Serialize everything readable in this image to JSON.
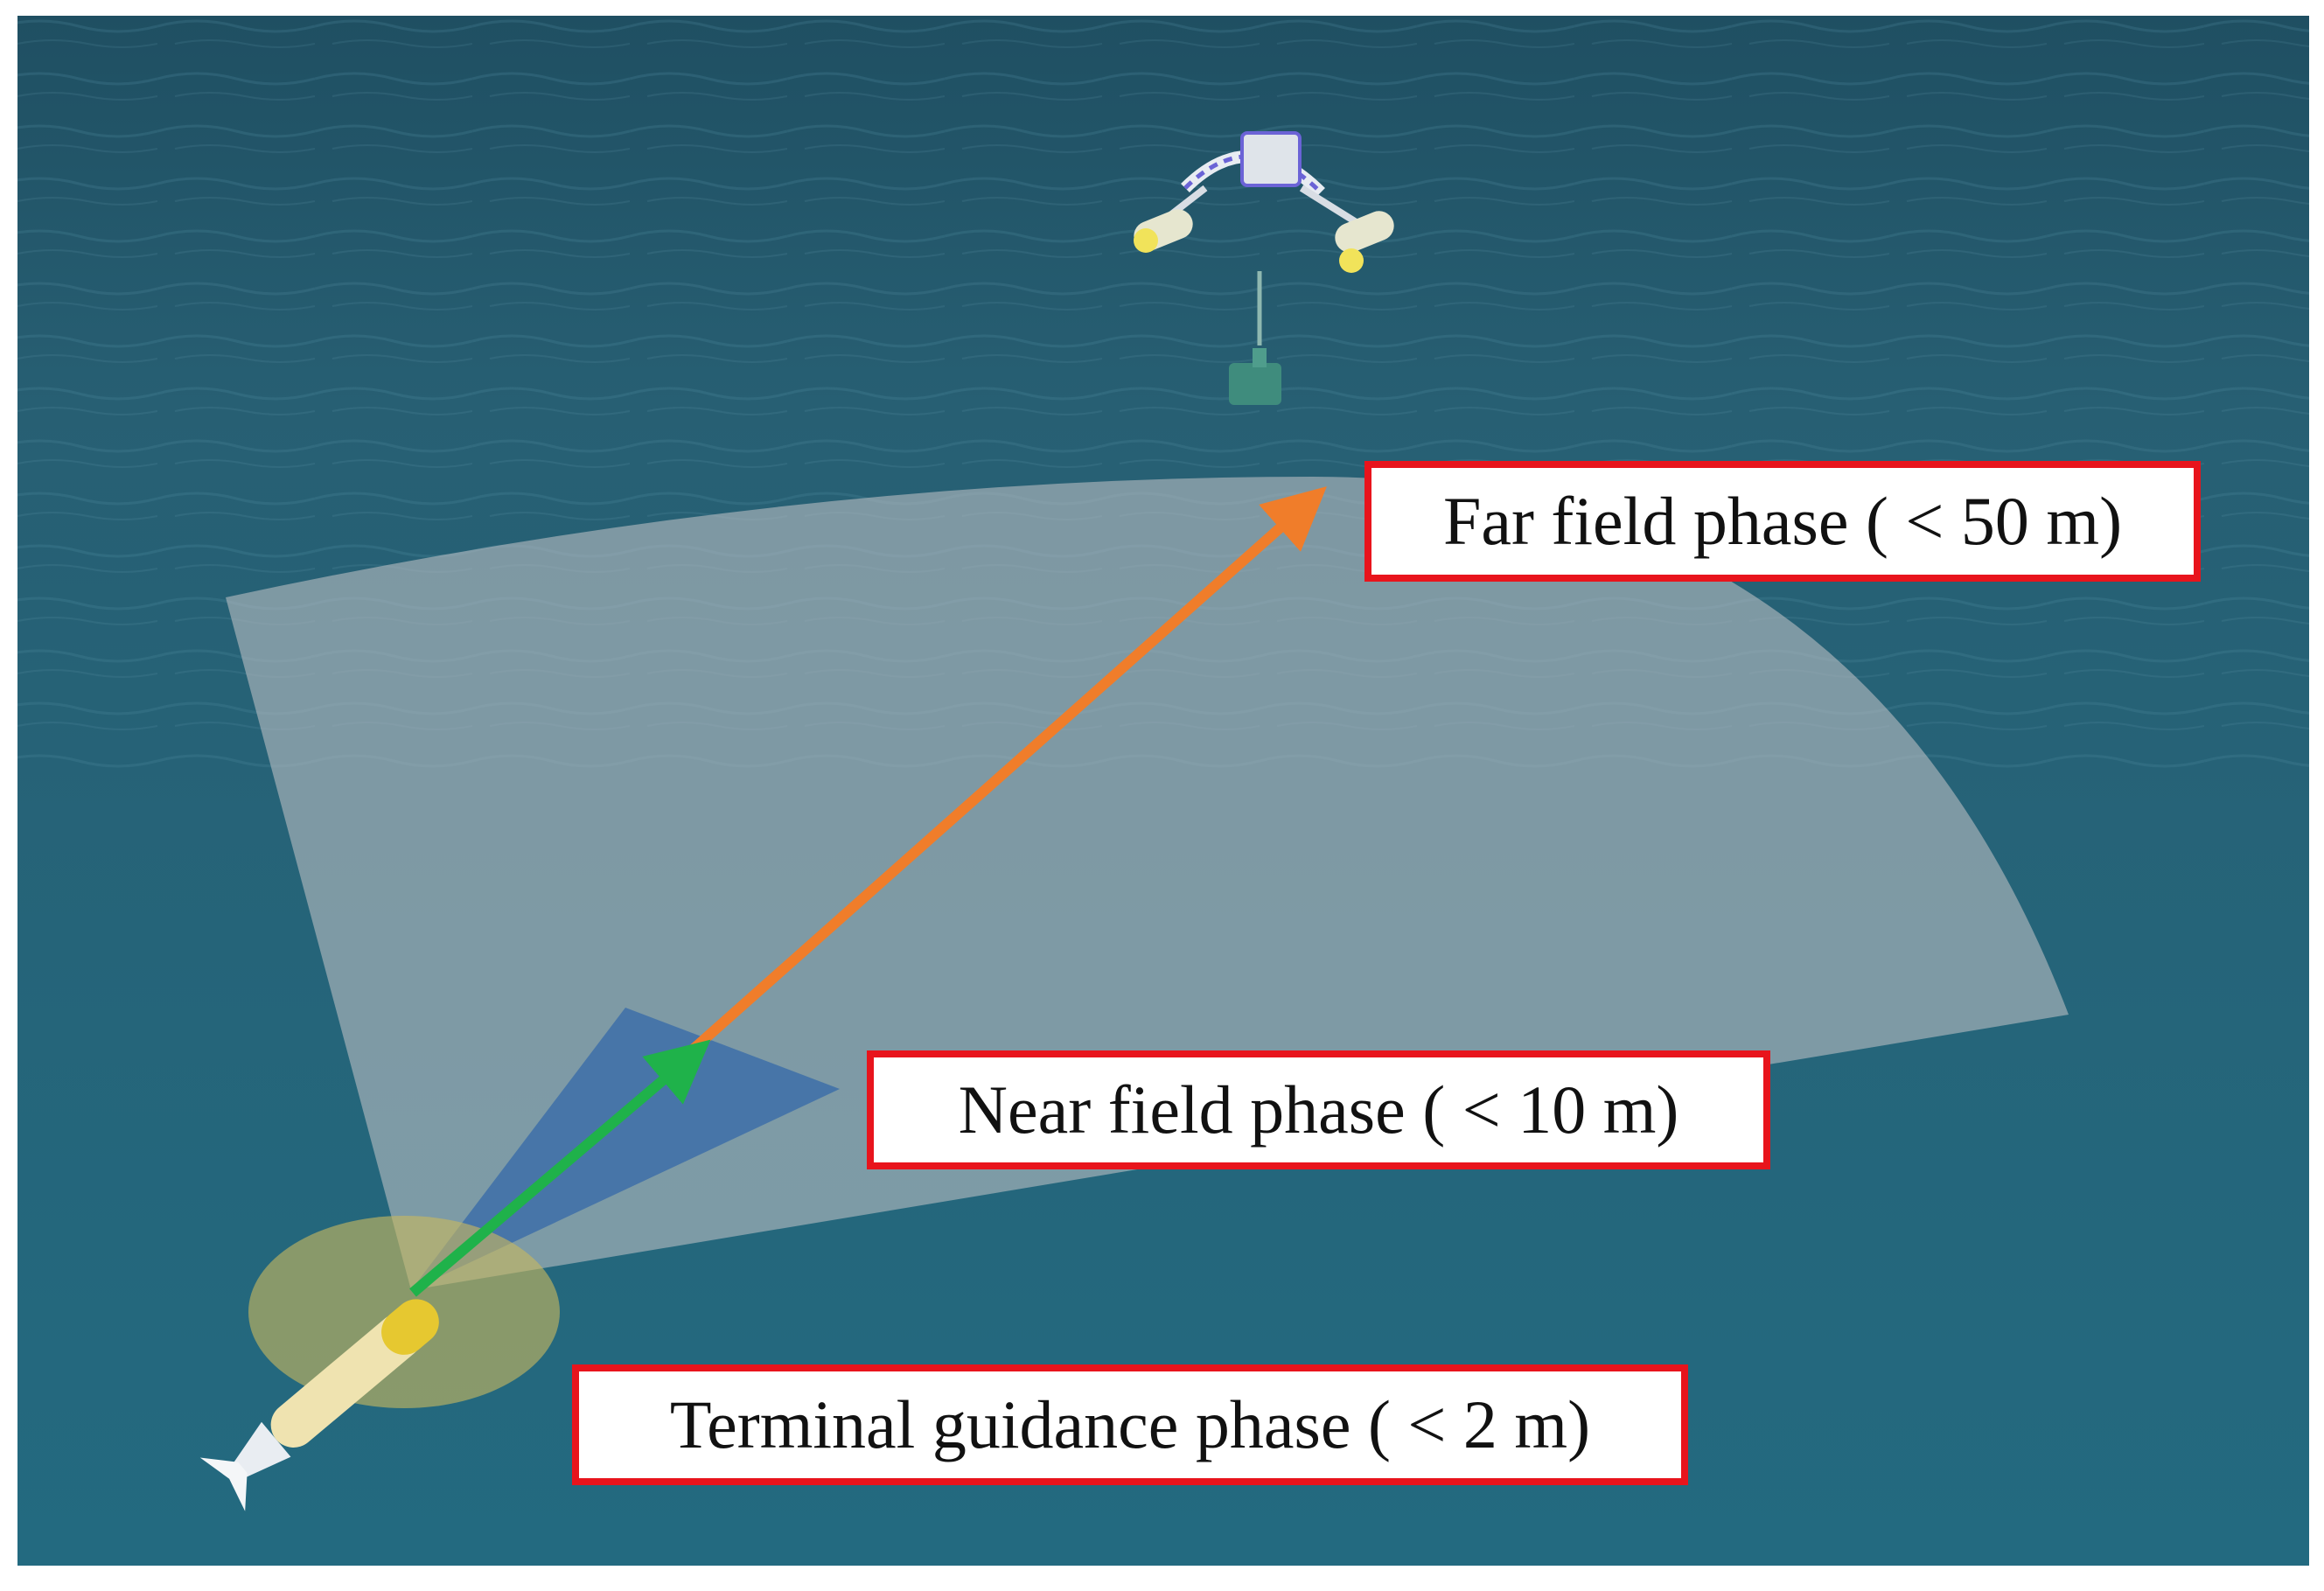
{
  "labels": {
    "far_field": "Far field phase ( < 50 m)",
    "near_field": "Near field phase ( < 10 m)",
    "terminal": "Terminal guidance phase ( < 2 m)"
  },
  "colors": {
    "sea": "#2b6f86",
    "far_field_region": "#b4bcc0",
    "near_field_region": "#3d6ea8",
    "terminal_region": "#c8b860",
    "far_field_arrow": "#f07d2a",
    "near_field_arrow": "#1fb24a",
    "label_border": "#e8141c"
  },
  "icons": {
    "auv": "underwater-vehicle-icon",
    "docking_station": "docking-station-icon"
  }
}
